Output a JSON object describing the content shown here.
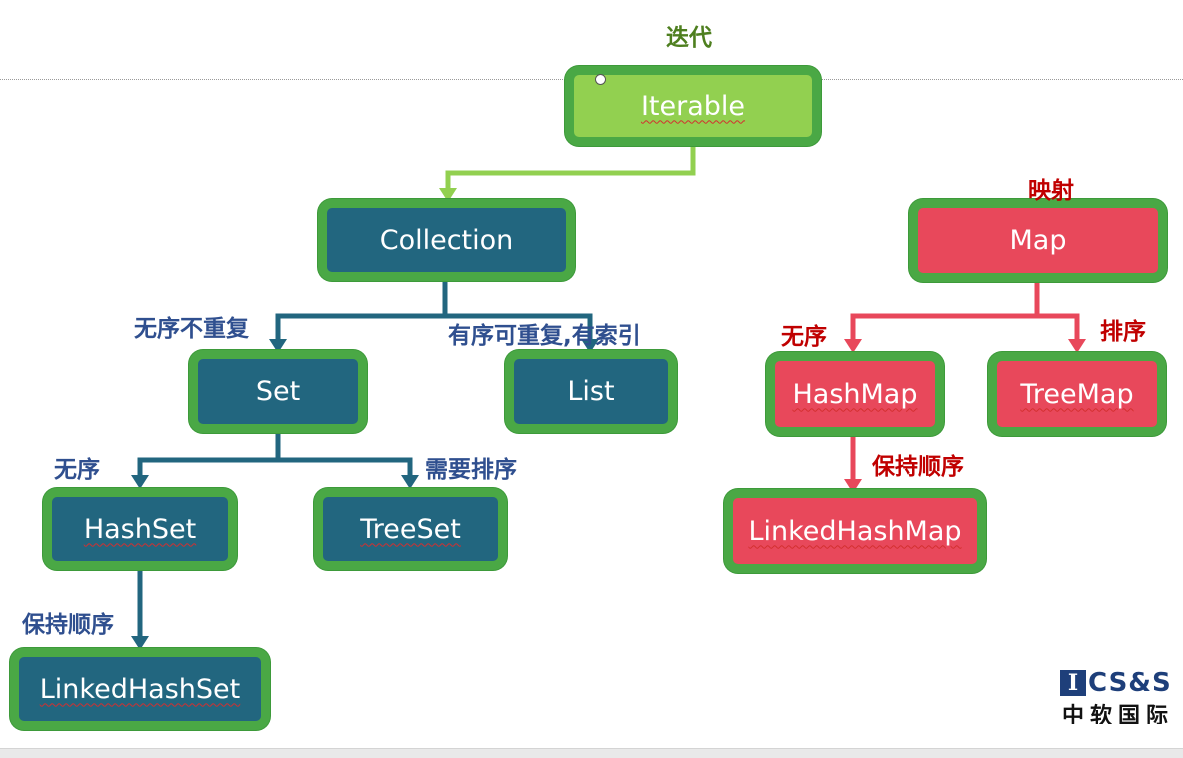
{
  "nodes": {
    "iterable": "Iterable",
    "collection": "Collection",
    "set": "Set",
    "list": "List",
    "hashset": "HashSet",
    "treeset": "TreeSet",
    "linkedhashset": "LinkedHashSet",
    "map": "Map",
    "hashmap": "HashMap",
    "treemap": "TreeMap",
    "linkedhashmap": "LinkedHashMap"
  },
  "labels": {
    "iterate": "迭代",
    "unordered_unique": "无序不重复",
    "ordered_repeatable": "有序可重复,有索引",
    "set_unordered": "无序",
    "needs_sorting": "需要排序",
    "keep_order_set": "保持顺序",
    "mapping": "映射",
    "map_unordered": "无序",
    "map_sorted": "排序",
    "keep_order_map": "保持顺序"
  },
  "logo": {
    "mark": "I",
    "text": "CS&S",
    "chinese": "中软国际"
  },
  "colors": {
    "node_border": "#4aa845",
    "collection_fill": "#22667f",
    "iterable_fill": "#92d050",
    "map_fill": "#e8485b",
    "blue_label": "#2f4f8f",
    "red_label": "#c00000",
    "green_label": "#4e7f1f",
    "squiggle_underline": "#d32f2f"
  }
}
